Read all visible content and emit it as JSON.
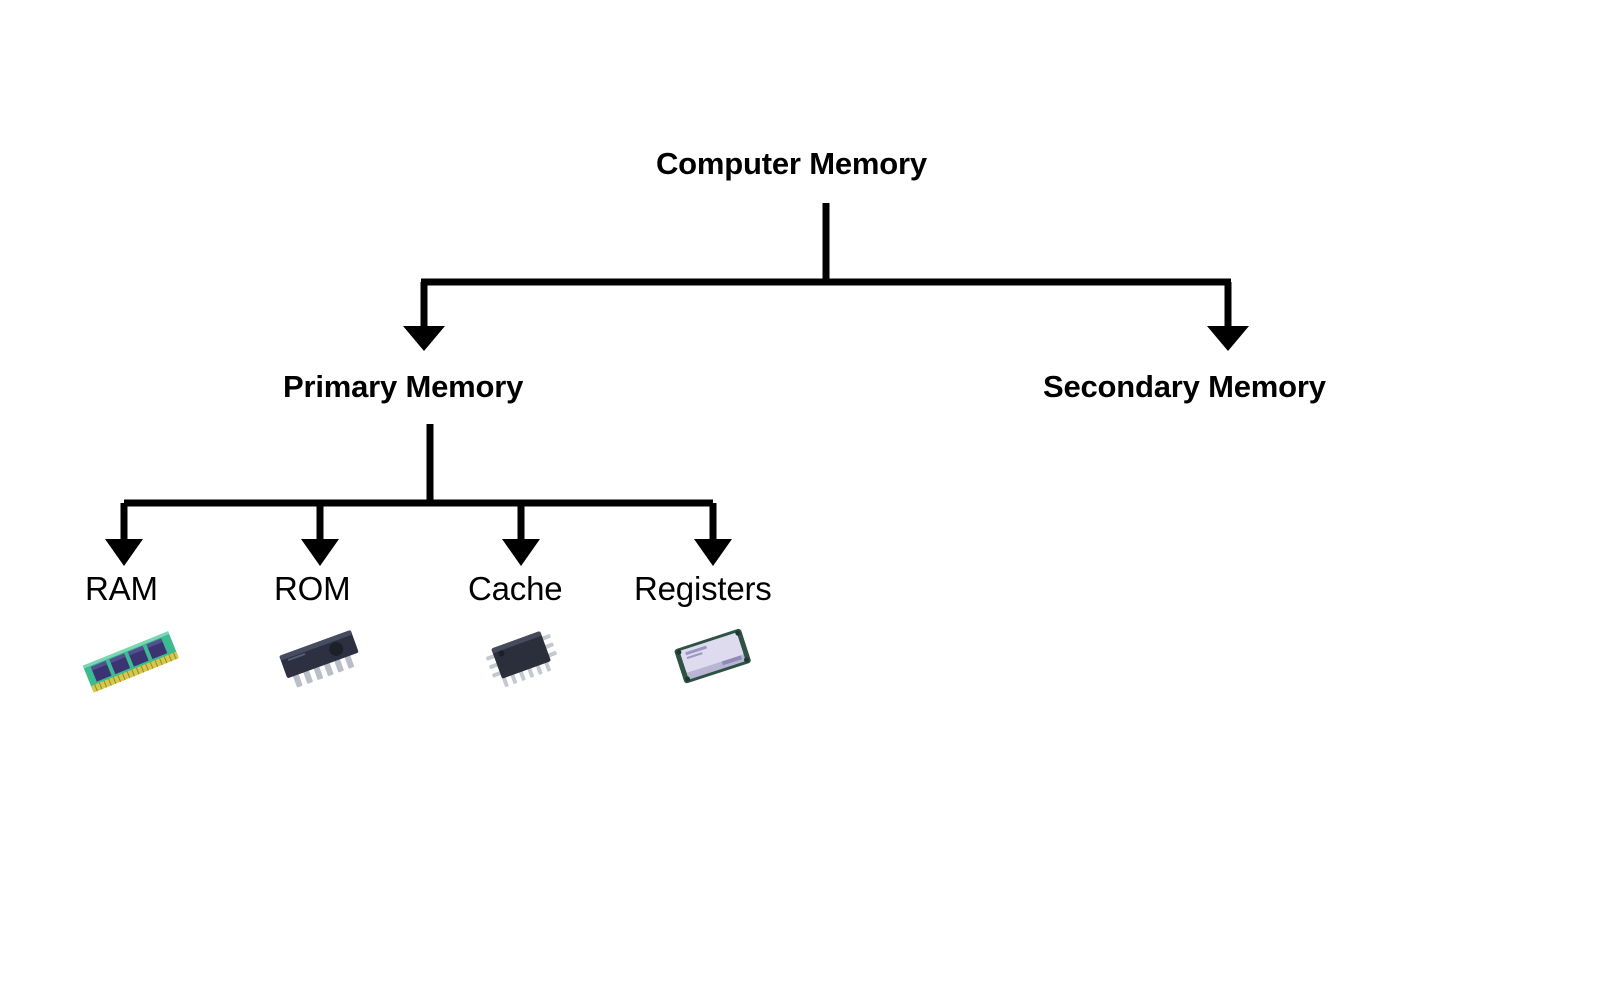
{
  "diagram": {
    "title_node": "Computer Memory",
    "type": "hierarchy-tree",
    "background_color": "#ffffff",
    "edge_color": "#000000",
    "text_color": "#000000",
    "nodes": {
      "root": {
        "label": "Computer Memory"
      },
      "level1": [
        {
          "label": "Primary Memory"
        },
        {
          "label": "Secondary Memory"
        }
      ],
      "leaves": [
        {
          "label": "RAM",
          "icon": "ram-module-icon"
        },
        {
          "label": "ROM",
          "icon": "dip-chip-icon"
        },
        {
          "label": "Cache",
          "icon": "qfp-chip-icon"
        },
        {
          "label": "Registers",
          "icon": "cpu-chip-icon"
        }
      ]
    },
    "icon_colors": {
      "ram_board": "#3cba92",
      "ram_chip": "#3b3472",
      "ram_contacts": "#d8c84a",
      "rom_body": "#2c3040",
      "rom_pins": "#b9bfc9",
      "cache_body": "#2b2f3b",
      "cache_pins": "#c3c8d1",
      "registers_lid": "#cfcde6",
      "registers_substrate": "#2f5245"
    }
  }
}
